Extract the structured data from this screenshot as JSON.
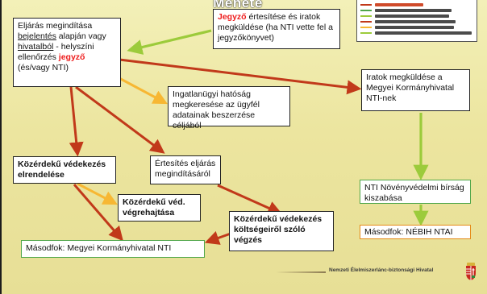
{
  "slide": {
    "title": "Menete"
  },
  "boxes": {
    "eljaras": {
      "w1": "Eljárás megindítása",
      "w2": "bejelentés",
      "w3": " alapján vagy",
      "w4": "hivatalból",
      "w5": " - helyszíni",
      "w6": "ellenőrzés ",
      "w7": "jegyző",
      "w8": "(és/vagy NTI)"
    },
    "jegyzo_ertesites": {
      "w1": "Jegyző",
      "w2": " értesítése és iratok megküldése (ha NTI vette fel a jegyzőkönyvet)"
    },
    "iratok_nti": {
      "text": "Iratok megküldése a Megyei Kormányhivatal NTI-nek"
    },
    "ingatlanugyi": {
      "text": "Ingatlanügyi hatóság megkeresése az ügyfél adatainak beszerzése céljából"
    },
    "kozerdeku_elrendeles": {
      "text": "Közérdekű védekezés elrendelése"
    },
    "ertesites": {
      "text": "Értesítés eljárás megindításáról"
    },
    "vegrehajtas": {
      "text": "Közérdekű véd. végrehajtása"
    },
    "koltsegek": {
      "text": "Közérdekű védekezés költségeiről szóló végzés"
    },
    "masodfok_megyei": {
      "text": "Másodfok: Megyei Kormányhivatal NTI"
    },
    "nti_birsag": {
      "text": "NTI Növényvédelmi bírság kiszabása"
    },
    "masodfok_nebih": {
      "text": "Másodfok: NÉBIH NTAI"
    }
  },
  "footer": {
    "text": "Nemzeti Élelmiszerlánc-biztonsági Hivatal"
  },
  "colors": {
    "arrow_red": "#c1391a",
    "arrow_orange": "#f7b733",
    "arrow_green": "#9ccb3b",
    "box_green_border": "#4fa64a",
    "box_orange_border": "#e58a17",
    "emphasis_red": "#ee1c1c"
  },
  "icons": {
    "crest": "hungarian-coat-of-arms-icon"
  }
}
